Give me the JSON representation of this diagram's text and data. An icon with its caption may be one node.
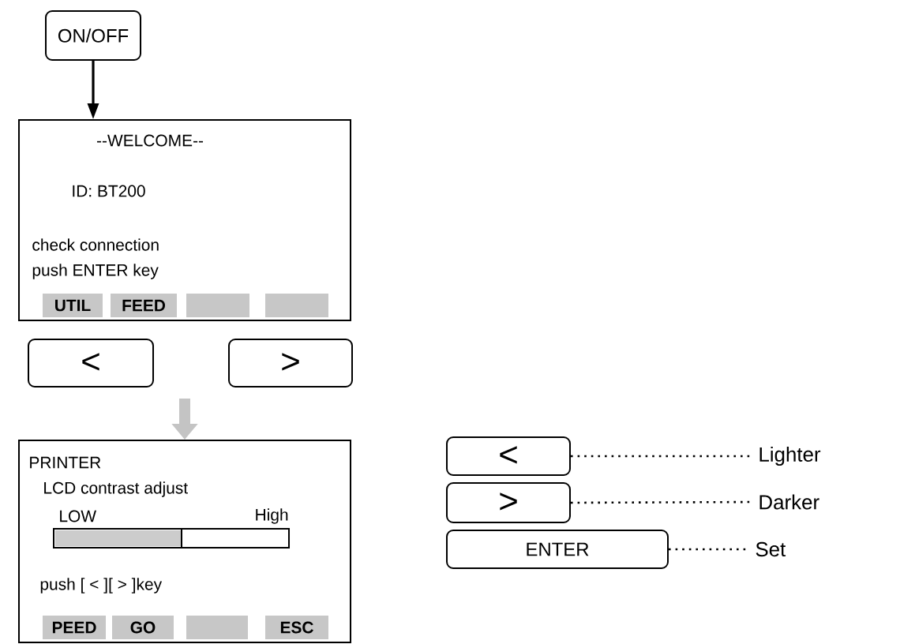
{
  "diagram": {
    "nodes": [
      {
        "text": [
          "ON/OFF"
        ]
      },
      {
        "text": [
          "--WELCOME--",
          "ID: BT200",
          "check connection",
          "push ENTER key"
        ]
      },
      {
        "text": [
          "UTIL"
        ],
        "in": 1
      },
      {
        "text": [
          "FEED"
        ],
        "in": 1
      },
      {
        "text": [],
        "shape": "box",
        "in": 1
      },
      {
        "text": [],
        "shape": "box",
        "in": 1
      },
      {
        "text": [
          "<"
        ]
      },
      {
        "text": [
          ">"
        ]
      },
      {
        "text": [
          "PRINTER",
          "LCD contrast adjust",
          "LOW",
          "High",
          "push [ < ][ > ]key"
        ]
      },
      {
        "text": [
          "PEED"
        ],
        "in": 8
      },
      {
        "text": [
          "GO"
        ],
        "in": 8
      },
      {
        "text": [],
        "shape": "box",
        "in": 8
      },
      {
        "text": [
          "ESC"
        ],
        "in": 8
      },
      {
        "text": [
          "<"
        ]
      },
      {
        "text": [
          ">"
        ]
      },
      {
        "text": [
          "ENTER"
        ]
      },
      {
        "text": [
          "Lighter"
        ]
      },
      {
        "text": [
          "Darker"
        ]
      },
      {
        "text": [
          "Set"
        ]
      }
    ],
    "edges": [
      {
        "from": 0,
        "to": 1,
        "arrow": "to"
      },
      {
        "from": null,
        "to": 8,
        "arrow": "to",
        "style": "thick",
        "color": "#c4c4c4"
      },
      {
        "from": 13,
        "to": 16,
        "arrow": "none",
        "style": "dashed"
      },
      {
        "from": 14,
        "to": 17,
        "arrow": "none",
        "style": "dashed"
      },
      {
        "from": 15,
        "to": 18,
        "arrow": "none",
        "style": "dashed"
      }
    ]
  }
}
